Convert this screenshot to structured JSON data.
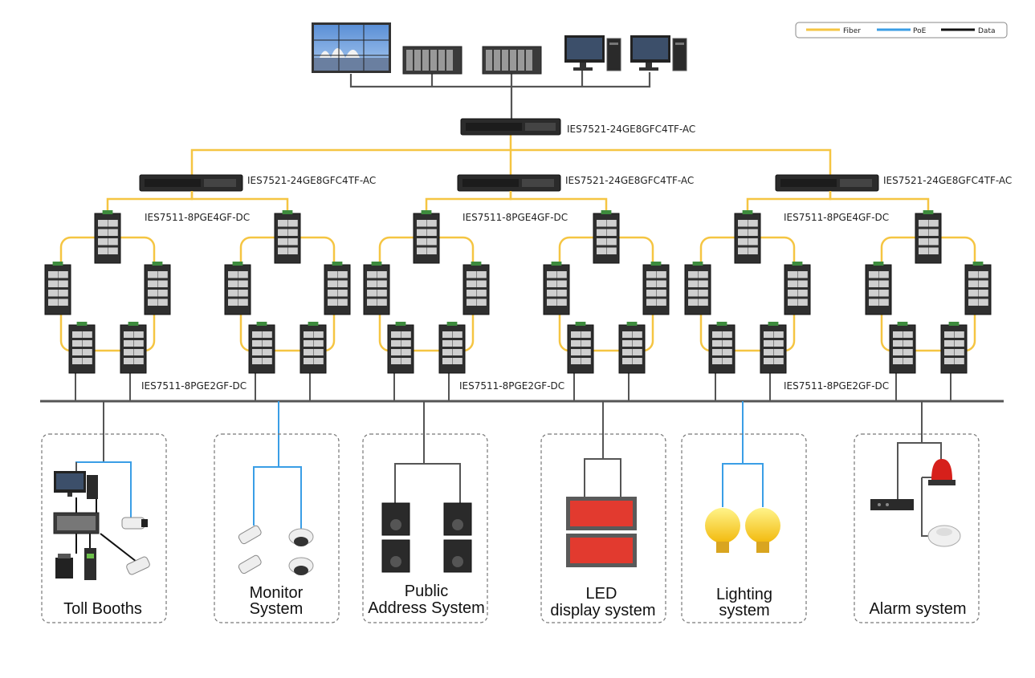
{
  "legend": {
    "fiber": "Fiber",
    "poe": "PoE",
    "data": "Data"
  },
  "colors": {
    "fiber": "#f5c542",
    "poe": "#3a9ee6",
    "data": "#555555",
    "bus": "#555555",
    "led": "#e23a2f"
  },
  "labels": {
    "core_switch": "IES7521-24GE8GFC4TF-AC",
    "agg_switch_1": "IES7521-24GE8GFC4TF-AC",
    "agg_switch_2": "IES7521-24GE8GFC4TF-AC",
    "agg_switch_3": "IES7521-24GE8GFC4TF-AC",
    "ring_top_1": "IES7511-8PGE4GF-DC",
    "ring_top_2": "IES7511-8PGE4GF-DC",
    "ring_top_3": "IES7511-8PGE4GF-DC",
    "ring_bottom_1": "IES7511-8PGE2GF-DC",
    "ring_bottom_2": "IES7511-8PGE2GF-DC",
    "ring_bottom_3": "IES7511-8PGE2GF-DC"
  },
  "systems": [
    {
      "title": [
        "Toll Booths"
      ],
      "link": "data"
    },
    {
      "title": [
        "Monitor",
        "System"
      ],
      "link": "poe"
    },
    {
      "title": [
        "Public",
        "Address System"
      ],
      "link": "data"
    },
    {
      "title": [
        "LED",
        "display system"
      ],
      "link": "data"
    },
    {
      "title": [
        "Lighting",
        "system"
      ],
      "link": "poe"
    },
    {
      "title": [
        "Alarm system"
      ],
      "link": "data"
    }
  ]
}
